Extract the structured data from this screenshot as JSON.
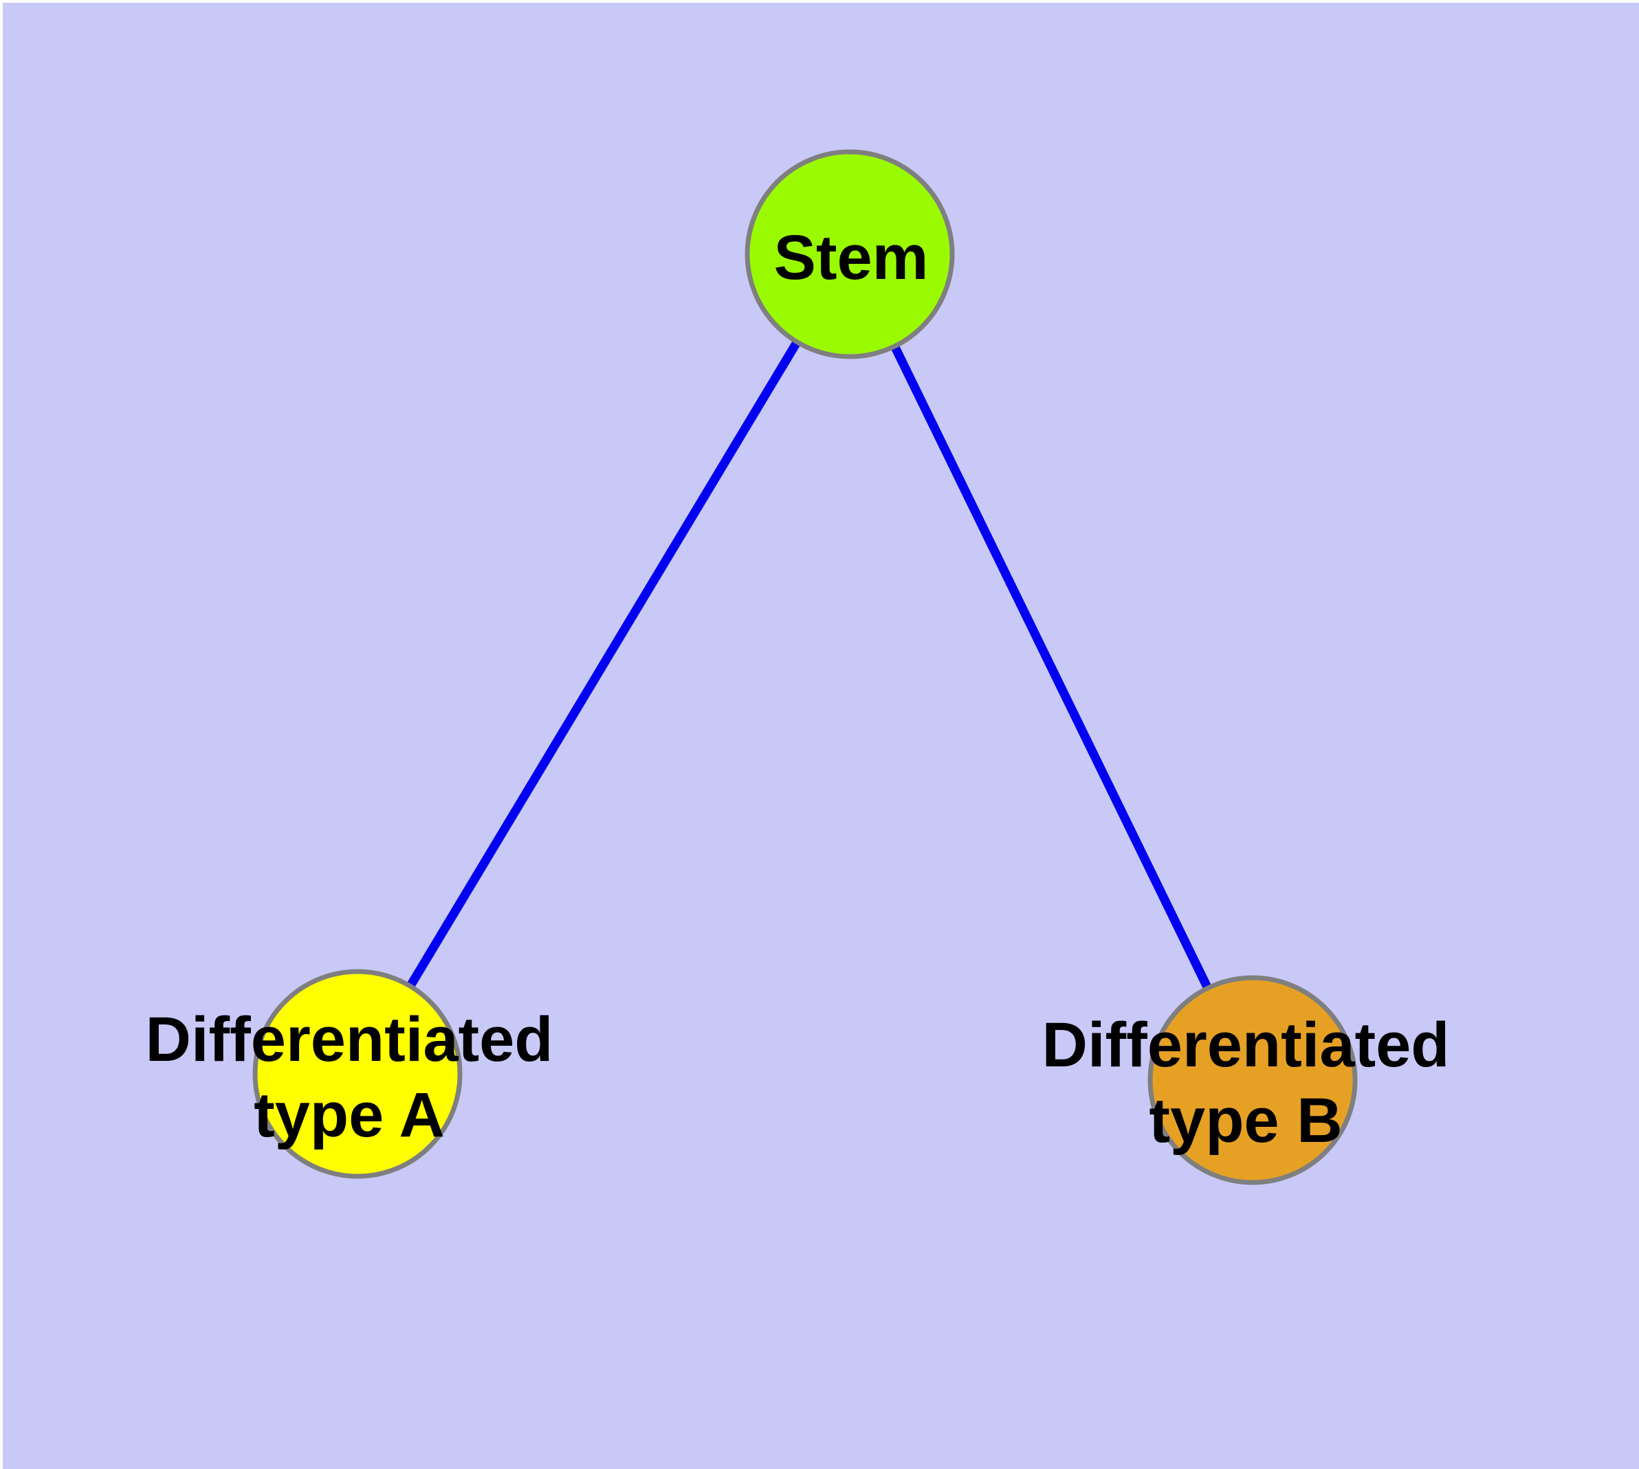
{
  "colors": {
    "plot_background": "#c9c9f8",
    "page_margin": "#ffffff",
    "node_border": "#7f7f7f",
    "edge": "#0202f0",
    "label_text": "#000000",
    "node_stem_fill": "#9afb00",
    "node_type_a_fill": "#ffff00",
    "node_type_b_fill": "#e6a124"
  },
  "graph": {
    "type": "undirected-node-link-diagram",
    "nodes": [
      {
        "id": "stem",
        "label": "Stem",
        "color": "#9afb00"
      },
      {
        "id": "differentiated-type-a",
        "label_line1": "Differentiated",
        "label_line2": "type A",
        "label": "Differentiated type A",
        "color": "#ffff00"
      },
      {
        "id": "differentiated-type-b",
        "label_line1": "Differentiated",
        "label_line2": "type B",
        "label": "Differentiated type B",
        "color": "#e6a124"
      }
    ],
    "edges": [
      {
        "from": "Stem",
        "to": "Differentiated type A"
      },
      {
        "from": "Stem",
        "to": "Differentiated type B"
      }
    ]
  }
}
